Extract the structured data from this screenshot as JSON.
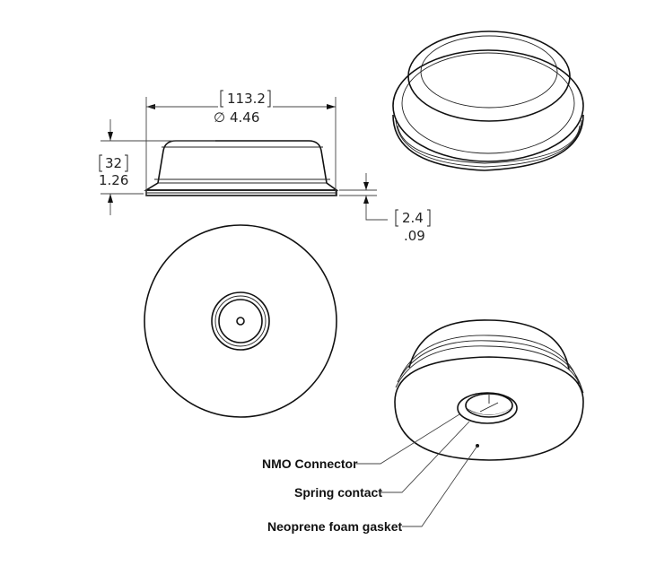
{
  "dimensions": {
    "diameter_mm": "113.2",
    "diameter_in": "4.46",
    "diameter_symbol": "∅",
    "height_mm": "32",
    "height_in": "1.26",
    "gasket_mm": "2.4",
    "gasket_in": ".09"
  },
  "callouts": {
    "nmo_connector": "NMO Connector",
    "spring_contact": "Spring contact",
    "gasket": "Neoprene foam gasket"
  }
}
